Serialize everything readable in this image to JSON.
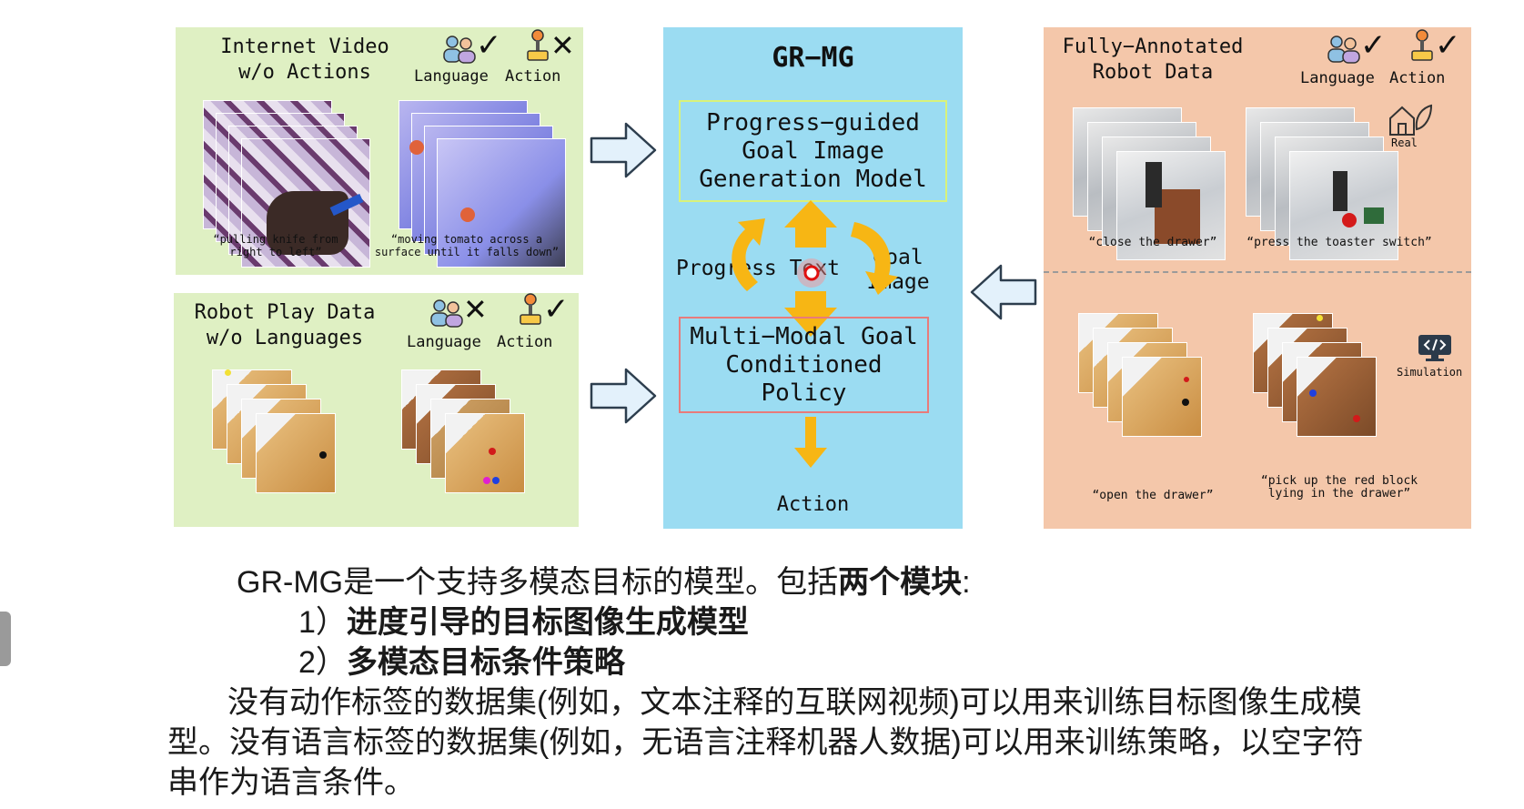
{
  "panels": {
    "internet": {
      "title": "Internet Video\nw/o Actions",
      "language_label": "Language",
      "action_label": "Action",
      "language_mark": "✓",
      "action_mark": "✕",
      "caption1": "“pulling knife from\nright to left”",
      "caption2": "“moving tomato across a\nsurface until it falls down”"
    },
    "play": {
      "title": "Robot Play Data\nw/o Languages",
      "language_label": "Language",
      "action_label": "Action",
      "language_mark": "✕",
      "action_mark": "✓"
    },
    "center": {
      "title": "GR−MG",
      "box1": "Progress−guided\nGoal Image\nGeneration Model",
      "progress_text": "Progress Text",
      "goal_image": "Goal\nImage",
      "box2": "Multi−Modal Goal\nConditioned\nPolicy",
      "action": "Action"
    },
    "annotated": {
      "title": "Fully−Annotated\nRobot Data",
      "language_label": "Language",
      "action_label": "Action",
      "language_mark": "✓",
      "action_mark": "✓",
      "real_label": "Real",
      "sim_label": "Simulation",
      "caption1": "“close the drawer”",
      "caption2": "“press the toaster switch”",
      "caption3": "“open the drawer”",
      "caption4": "“pick up the red block\nlying in the drawer”"
    }
  },
  "text": {
    "line1_prefix": "GR-MG是一个支持多模态目标的模型。包括",
    "line1_bold": "两个模块",
    "line1_suffix": ":",
    "item1_num": "1）",
    "item1": "进度引导的目标图像生成模型",
    "item2_num": "2）",
    "item2": "多模态目标条件策略",
    "para_line1": "没有动作标签的数据集(例如，文本注释的互联网视频)可以用来训练目标图像生成模",
    "para_line2": "型。没有语言标签的数据集(例如，无语言注释机器人数据)可以用来训练策略，以空字符",
    "para_line3": "串作为语言条件。"
  },
  "colors": {
    "green_panel": "#dff0c3",
    "blue_panel": "#9bdcf2",
    "salmon_panel": "#f4c7aa",
    "arrow_yellow": "#f7b614",
    "box1_border": "#d9f27a",
    "box2_border": "#e87b7b"
  }
}
